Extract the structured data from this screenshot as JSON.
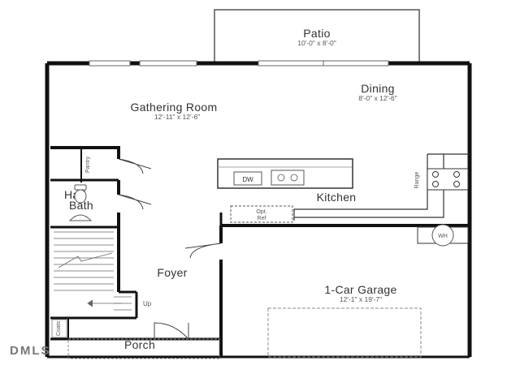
{
  "rooms": {
    "patio": {
      "name": "Patio",
      "dims": "10'-0\" x 8'-0\""
    },
    "dining": {
      "name": "Dining",
      "dims": "8'-0\" x 12'-6\""
    },
    "gathering_room": {
      "name": "Gathering Room",
      "dims": "12'-11\" x 12'-6\""
    },
    "kitchen": {
      "name": "Kitchen"
    },
    "half_bath": {
      "name_line1": "Half",
      "name_line2": "Bath"
    },
    "foyer": {
      "name": "Foyer"
    },
    "garage": {
      "name": "1-Car Garage",
      "dims": "12'-1\" x 19'-7\""
    },
    "porch": {
      "name": "Porch"
    }
  },
  "fixtures": {
    "pantry": "Pantry",
    "dishwasher": "DW",
    "range": "Range",
    "refrigerator_line1": "Opt.",
    "refrigerator_line2": "Ref",
    "water_heater": "WH",
    "closet": "Coats",
    "stairs_label": "Up"
  },
  "watermark": "DMLS"
}
